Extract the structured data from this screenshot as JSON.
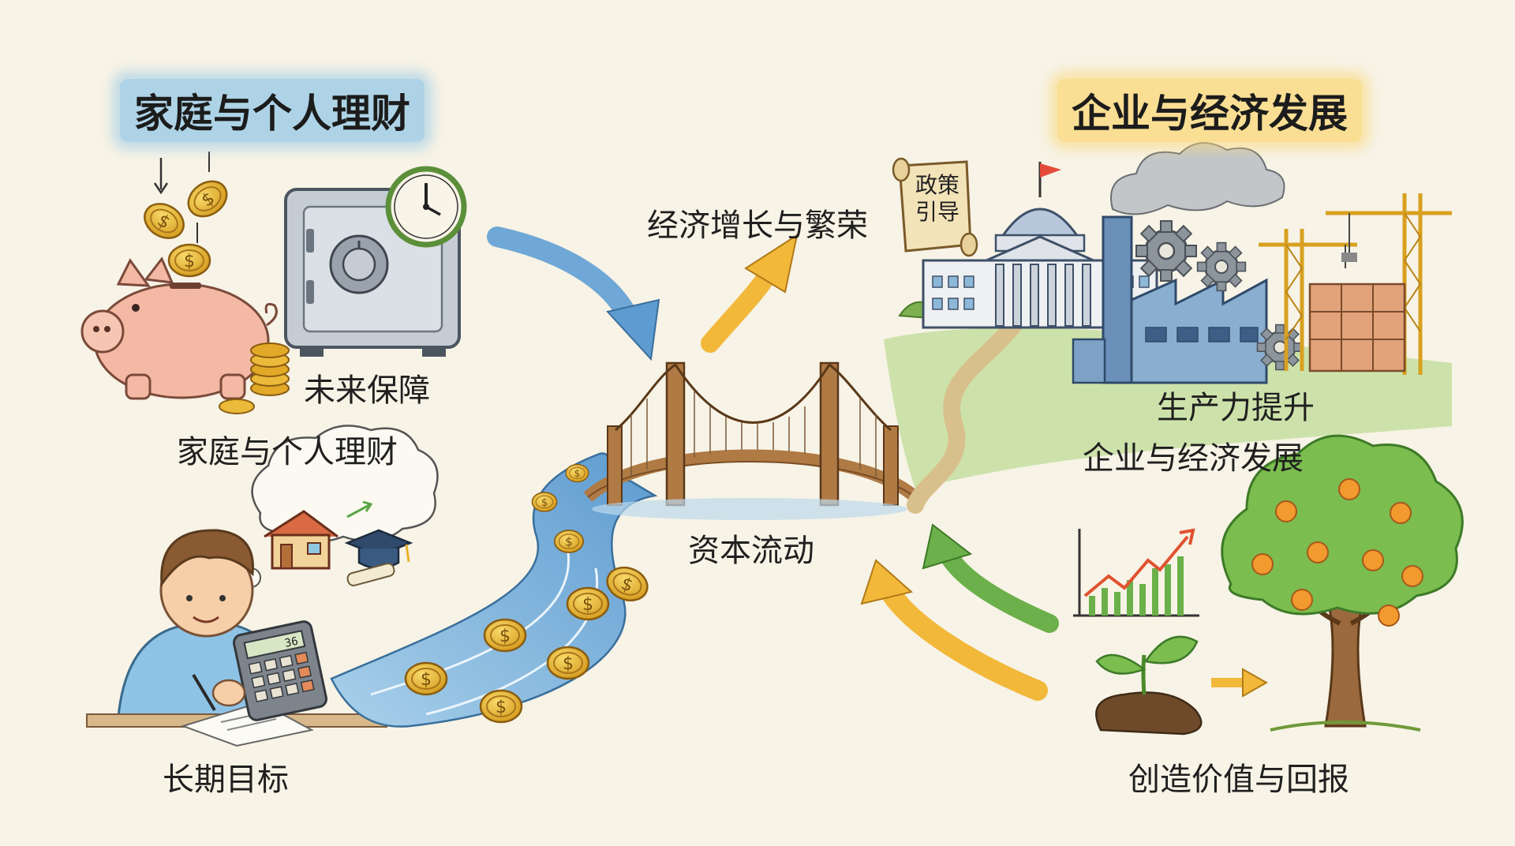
{
  "headers": {
    "left": "家庭与个人理财",
    "right": "企业与经济发展"
  },
  "labels": {
    "future_security": "未来保障",
    "household_finance": "家庭与个人理财",
    "long_term_goals": "长期目标",
    "growth_prosperity": "经济增长与繁荣",
    "capital_flow": "资本流动",
    "productivity": "生产力提升",
    "enterprise_economy": "企业与经济发展",
    "value_return": "创造价值与回报",
    "calculator_display": "36"
  },
  "policy_scroll": {
    "line1": "政策",
    "line2": "引导"
  },
  "colors": {
    "background": "#f7f3e6",
    "river_blue": "#6fa8d6",
    "arrow_yellow": "#f2b83a",
    "arrow_green": "#6bb04a",
    "coin_gold": "#e8b22e",
    "bridge_brown": "#b07a45"
  },
  "icons": [
    "piggy-bank-icon",
    "safe-icon",
    "clock-icon",
    "coin-icon",
    "house-icon",
    "graduation-cap-icon",
    "calculator-icon",
    "bridge-icon",
    "capitol-icon",
    "factory-icon",
    "gear-icon",
    "crane-icon",
    "rising-chart-icon",
    "sprout-icon",
    "fruit-tree-icon"
  ]
}
